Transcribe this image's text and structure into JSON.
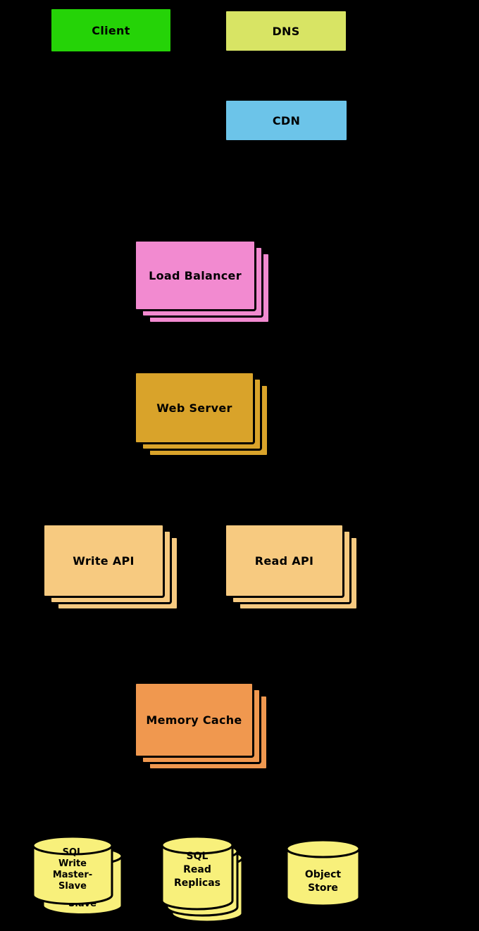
{
  "diagram": {
    "background": "#000000",
    "nodes": {
      "client": {
        "label": "Client",
        "color": "#25d307"
      },
      "dns": {
        "label": "DNS",
        "color": "#d8e464"
      },
      "cdn": {
        "label": "CDN",
        "color": "#6cc4e9"
      },
      "load_balancer": {
        "label": "Load Balancer",
        "color": "#f28ad0"
      },
      "web_server": {
        "label": "Web Server",
        "color": "#d9a32a"
      },
      "write_api": {
        "label": "Write API",
        "color": "#f7ca80"
      },
      "read_api": {
        "label": "Read API",
        "color": "#f7ca80"
      },
      "memory_cache": {
        "label": "Memory Cache",
        "color": "#f0984f"
      },
      "sql_write_master_slave": {
        "label": "SQL\nWrite\nMaster-\nSlave",
        "back_label": "Slave",
        "color": "#f8f07b"
      },
      "sql_read_replicas": {
        "label": "SQL\nRead\nReplicas",
        "color": "#f8f07b"
      },
      "object_store": {
        "label": "Object\nStore",
        "color": "#f8f07b"
      }
    }
  }
}
